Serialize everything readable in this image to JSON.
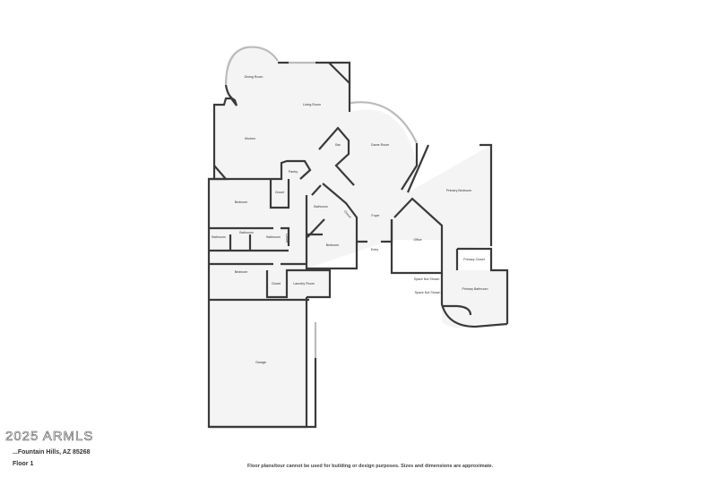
{
  "rooms": {
    "dining": "Dining Room",
    "living": "Living Room",
    "kitchen": "Kitchen",
    "bar": "Bar",
    "game": "Game Room",
    "pantry": "Pantry",
    "bedroom1": "Bedroom",
    "closet1": "Closet",
    "bathroom_a": "Bathroom",
    "bathroom_b": "Bathroom",
    "bathroom_c": "Bathroom",
    "closet2": "Closet",
    "bedroom2": "Bedroom",
    "closet3": "Closet",
    "laundry": "Laundry Room",
    "garage": "Garage",
    "bathroom_d": "Bathroom",
    "closet4": "Closet",
    "bedroom3": "Bedroom",
    "foyer": "Foyer",
    "entry": "Entry",
    "office": "Office",
    "primary_bedroom": "Primary Bedroom",
    "primary_closet": "Primary Closet",
    "primary_bathroom": "Primary Bathroom",
    "space_not_shown_1": "Space Not Shown",
    "space_not_shown_2": "Space Not Shown"
  },
  "footer": {
    "address": "...Fountain Hills, AZ 85268",
    "floor": "Floor 1",
    "watermark": "2025 ARMLS",
    "disclaimer": "Floor plans/tour cannot be used for building or design purposes. Sizes and dimensions are approximate."
  }
}
